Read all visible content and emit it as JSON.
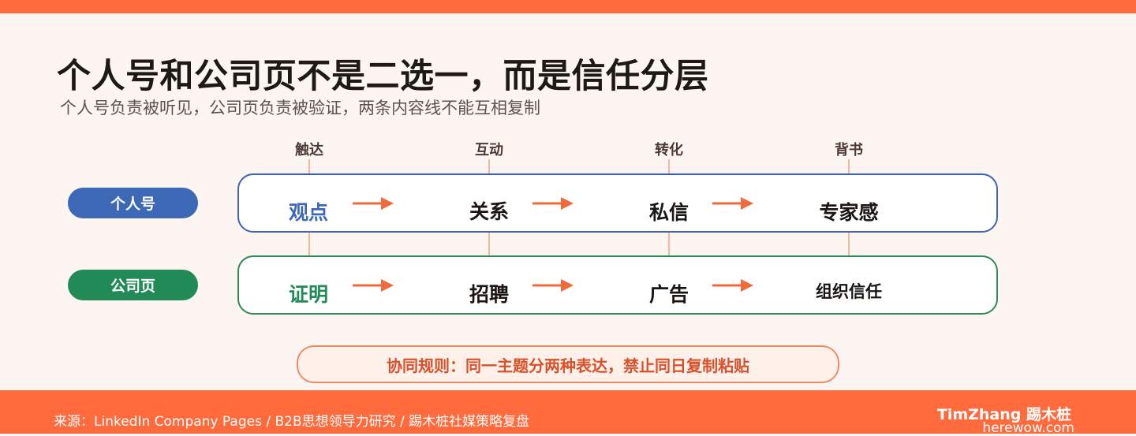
{
  "title": "个人号和公司页不是二选一，而是信任分层",
  "subtitle": "个人号负责被听见，公司页负责被验证，两条内容线不能互相复制",
  "stages": [
    "触达",
    "互动",
    "转化",
    "背书"
  ],
  "rows": {
    "personal": {
      "label": "个人号",
      "cells": [
        "观点",
        "关系",
        "私信",
        "专家感"
      ]
    },
    "company": {
      "label": "公司页",
      "cells": [
        "证明",
        "招聘",
        "广告",
        "组织信任"
      ]
    }
  },
  "rule": "协同规则：同一主题分两种表达，禁止同日复制粘贴",
  "footer": {
    "source": "来源：LinkedIn Company Pages / B2B思想领导力研究 / 踢木桩社媒策略复盘",
    "brand": "TimZhang 踢木桩",
    "site": "herewow.com"
  },
  "colors": {
    "accent": "#ff6b3d",
    "personal": "#3d68b6",
    "company": "#228a57",
    "arrow": "#f06a3c"
  }
}
